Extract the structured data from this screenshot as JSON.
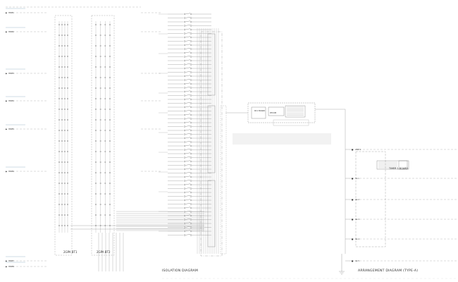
{
  "left_rails": [
    {
      "label": "H3M1"
    },
    {
      "label": "H3M2"
    },
    {
      "label": "H3M3"
    },
    {
      "label": "H3M4"
    },
    {
      "label": "H3M5"
    },
    {
      "label": "H3M6"
    },
    {
      "label": "H3M7"
    },
    {
      "label": "H3M8"
    }
  ],
  "right_rails": [
    {
      "label": "2NM 1"
    },
    {
      "label": "CL 1"
    },
    {
      "label": "GL 2"
    },
    {
      "label": "GL 3"
    },
    {
      "label": "GL 4"
    },
    {
      "label": "GL 5"
    },
    {
      "label": "CL 6"
    }
  ],
  "terminal_strips": [
    {
      "label": "2GPA BT1"
    },
    {
      "label": "2GPA BT2"
    }
  ],
  "panel": {
    "left_box": "RC1 BOARD",
    "right_box": "RTCOM"
  },
  "right_box_caption": "TIMER 1 BOARD",
  "bottom_left_caption": "ISOLATION DIAGRAM",
  "bottom_right_title": "ARRANGEMENT DIAGRAM (TYPE-A)"
}
